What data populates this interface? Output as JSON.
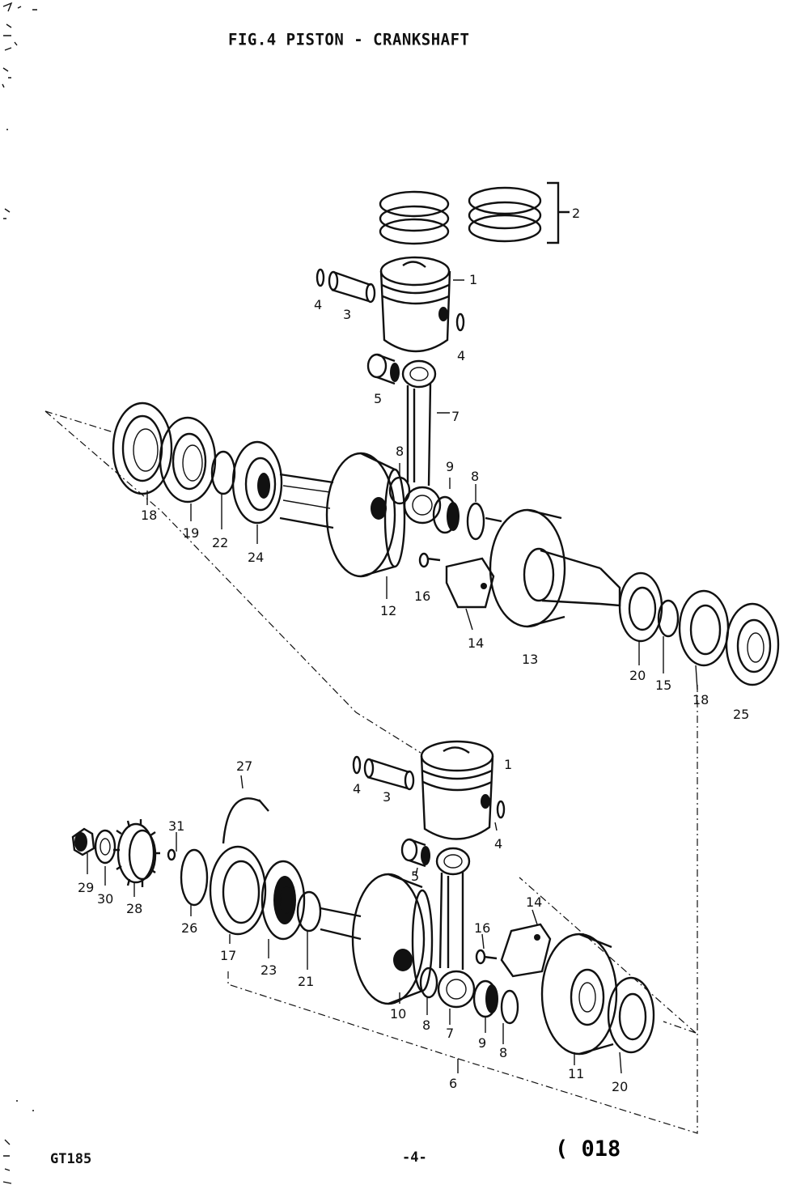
{
  "title": "FIG.4  PISTON - CRANKSHAFT",
  "footer": {
    "model": "GT185",
    "page": "-4-",
    "code": "( 018"
  },
  "callouts": {
    "upper": {
      "c1": "1",
      "c2": "2",
      "c3": "3",
      "c4a": "4",
      "c4b": "4",
      "c5": "5",
      "c7": "7",
      "c8a": "8",
      "c9": "9",
      "c8b": "8",
      "c18a": "18",
      "c19": "19",
      "c22": "22",
      "c24": "24",
      "c12": "12",
      "c16": "16",
      "c14": "14",
      "c13": "13",
      "c20": "20",
      "c15": "15",
      "c18b": "18",
      "c25": "25"
    },
    "lower": {
      "c27": "27",
      "c31": "31",
      "c29": "29",
      "c30": "30",
      "c28": "28",
      "c26": "26",
      "c17": "17",
      "c23": "23",
      "c21": "21",
      "c4a": "4",
      "c3": "3",
      "c1": "1",
      "c4b": "4",
      "c5": "5",
      "c14": "14",
      "c16": "16",
      "c10": "10",
      "c8a": "8",
      "c7": "7",
      "c9": "9",
      "c8b": "8",
      "c11": "11",
      "c20": "20",
      "c6": "6"
    }
  }
}
